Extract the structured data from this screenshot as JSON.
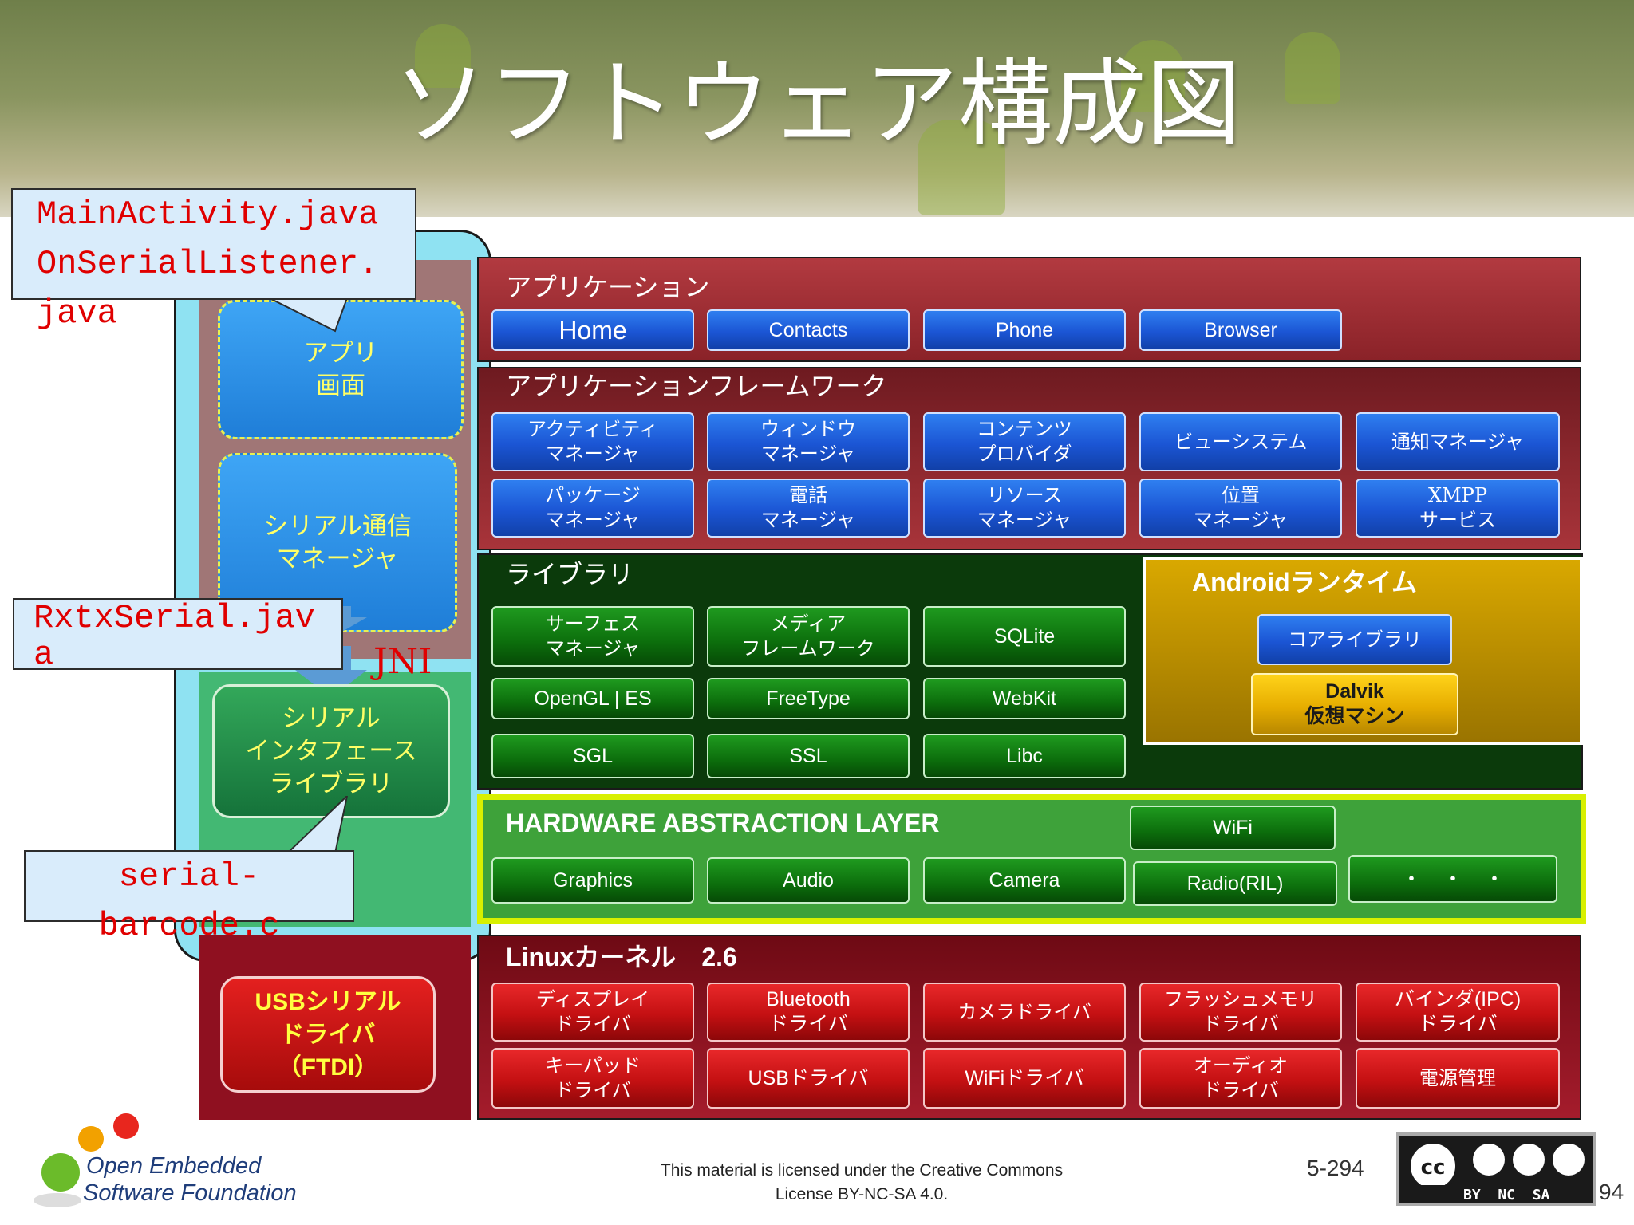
{
  "title": "ソフトウェア構成図",
  "applications": {
    "title": "アプリケーション",
    "items": [
      "Home",
      "Contacts",
      "Phone",
      "Browser"
    ]
  },
  "framework": {
    "title": "アプリケーションフレームワーク",
    "items": [
      "アクティビティ\nマネージャ",
      "ウィンドウ\nマネージャ",
      "コンテンツ\nプロバイダ",
      "ビューシステム",
      "通知マネージャ",
      "パッケージ\nマネージャ",
      "電話\nマネージャ",
      "リソース\nマネージャ",
      "位置\nマネージャ",
      "XMPP\nサービス"
    ]
  },
  "libraries": {
    "title": "ライブラリ",
    "items": [
      "サーフェス\nマネージャ",
      "メディア\nフレームワーク",
      "SQLite",
      "OpenGL | ES",
      "FreeType",
      "WebKit",
      "SGL",
      "SSL",
      "Libc"
    ]
  },
  "runtime": {
    "title": "Androidランタイム",
    "core": "コアライブラリ",
    "dalvik": "Dalvik\n仮想マシン"
  },
  "hal": {
    "title": "HARDWARE ABSTRACTION LAYER",
    "wifi": "WiFi",
    "items": [
      "Graphics",
      "Audio",
      "Camera",
      "Radio(RIL)",
      "・　・　・"
    ]
  },
  "kernel": {
    "title": "Linuxカーネル　2.6",
    "items": [
      "ディスプレイ\nドライバ",
      "Bluetooth\nドライバ",
      "カメラドライバ",
      "フラッシュメモリ\nドライバ",
      "バインダ(IPC)\nドライバ",
      "キーパッド\nドライバ",
      "USBドライバ",
      "WiFiドライバ",
      "オーディオ\nドライバ",
      "電源管理"
    ]
  },
  "left_column": {
    "app_screen": "アプリ\n画面",
    "serial_manager": "シリアル通信\nマネージャ",
    "jni": "JNI",
    "serial_library": "シリアル\nインタフェース\nライブラリ",
    "usb_driver": "USBシリアル\nドライバ\n（FTDI）"
  },
  "callouts": {
    "main_activity": "MainActivity.java\nOnSerialListener.\njava",
    "rxtx": "RxtxSerial.jav\na",
    "barcode": "serial-\nbarcode.c"
  },
  "footer": {
    "org_line1": "Open Embedded",
    "org_line2": "Software Foundation",
    "license_line1": "This material is licensed under the Creative Commons",
    "license_line2": "License BY-NC-SA 4.0.",
    "page": "5-294",
    "cc_badge": "BY  NC  SA",
    "page_edge": "94"
  },
  "colors": {
    "app_panel": "#a8343a",
    "framework_panel": "#8a2228",
    "library_panel": "#0b3a0b",
    "runtime_panel": "#c99a05",
    "hal_panel": "#3ea23a",
    "kernel_panel": "#8f1020",
    "left_column": "#43b873"
  },
  "icons": [
    "android-robot-icon",
    "oesf-logo-icon",
    "creative-commons-icon"
  ]
}
